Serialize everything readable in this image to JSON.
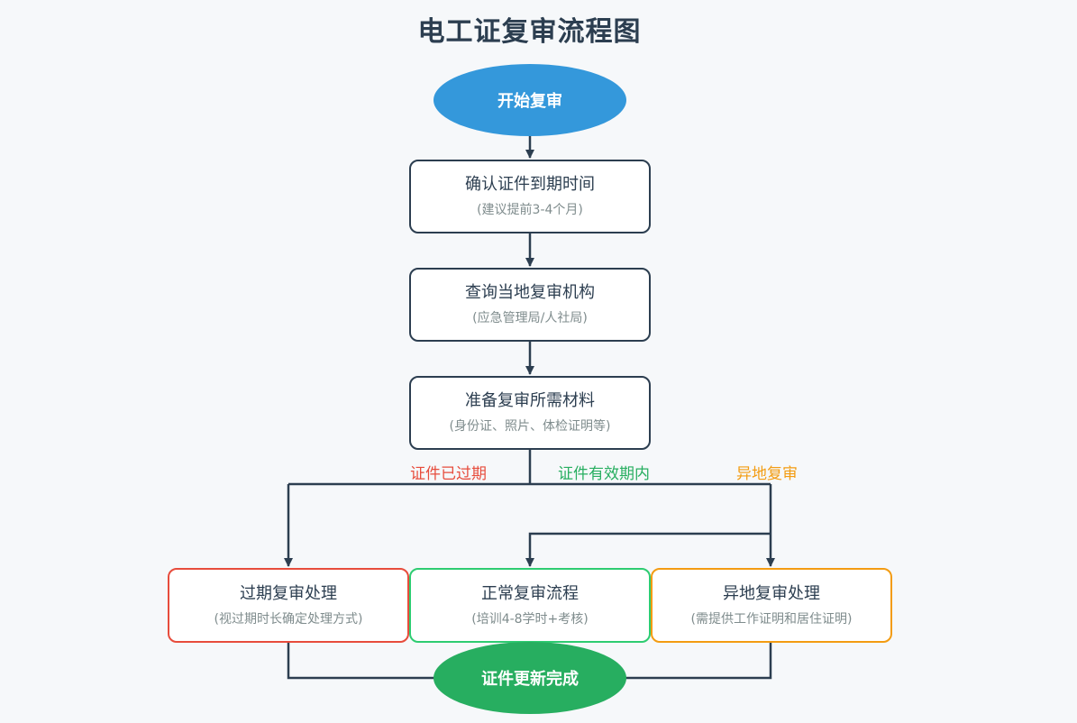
{
  "title": "电工证复审流程图",
  "start": "开始复审",
  "steps": [
    {
      "main": "确认证件到期时间",
      "sub": "(建议提前3-4个月)"
    },
    {
      "main": "查询当地复审机构",
      "sub": "(应急管理局/人社局)"
    },
    {
      "main": "准备复审所需材料",
      "sub": "(身份证、照片、体检证明等)"
    }
  ],
  "branch_labels": {
    "expired": "证件已过期",
    "valid": "证件有效期内",
    "remote": "异地复审"
  },
  "outcomes": [
    {
      "main": "过期复审处理",
      "sub": "(视过期时长确定处理方式)"
    },
    {
      "main": "正常复审流程",
      "sub": "(培训4-8学时+考核)"
    },
    {
      "main": "异地复审处理",
      "sub": "(需提供工作证明和居住证明)"
    }
  ],
  "end": "证件更新完成",
  "colors": {
    "start": "#3498db",
    "end": "#27ae60",
    "expired": "#e74c3c",
    "valid": "#2ecc71",
    "remote": "#f39c12",
    "line": "#2c3e50"
  }
}
